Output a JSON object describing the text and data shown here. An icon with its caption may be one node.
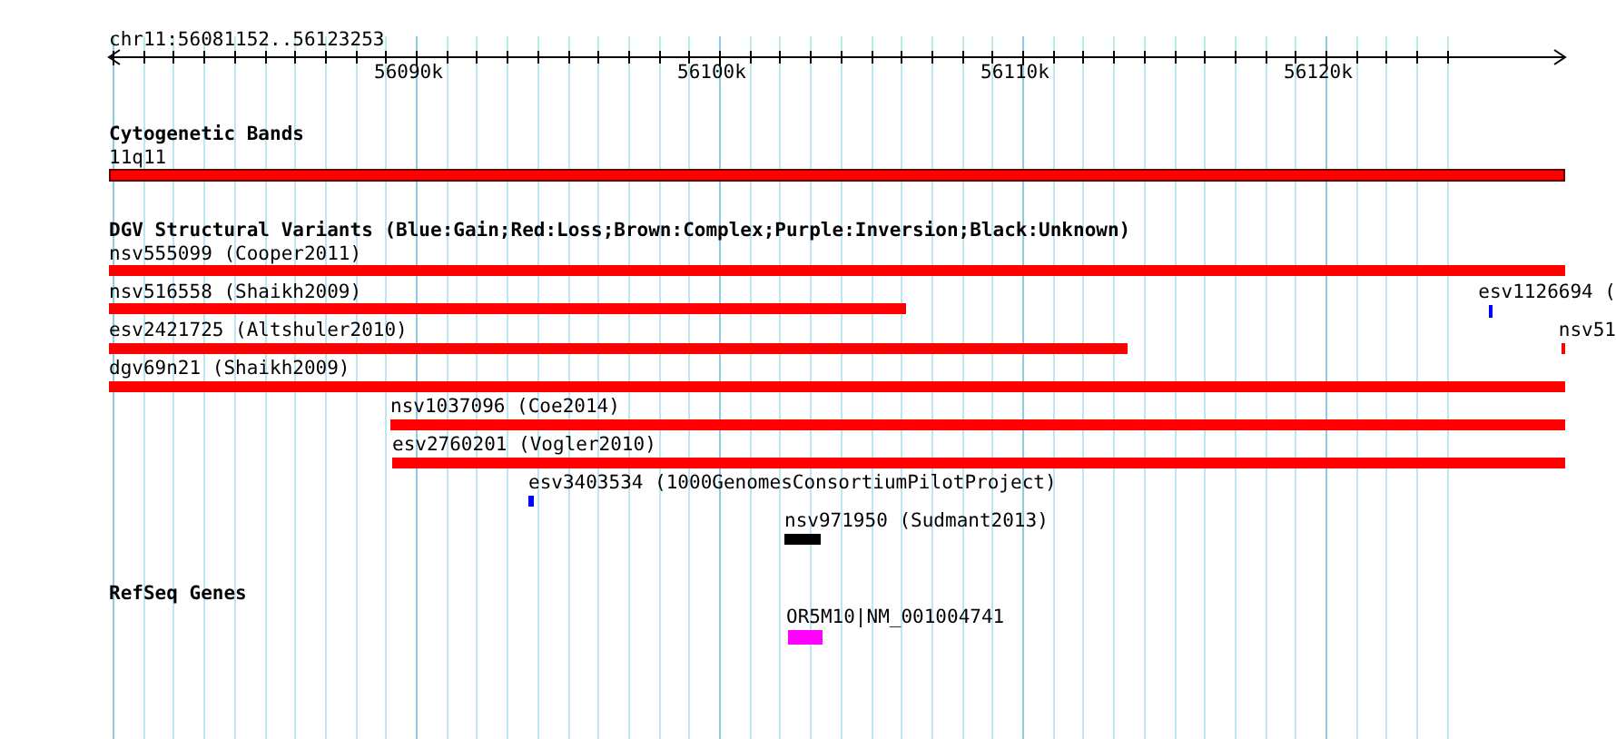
{
  "diagram": {
    "nodes": [
      {
        "text": [
          "11q11"
        ]
      },
      {
        "text": [
          "nsv555099 (Cooper2011)"
        ]
      },
      {
        "text": [
          "nsv516558 (Shaikh2009)"
        ]
      },
      {
        "text": [
          "esv1126694 ("
        ]
      },
      {
        "text": [
          "esv2421725 (Altshuler2010)"
        ]
      },
      {
        "text": [
          "nsv51"
        ]
      },
      {
        "text": [
          "dgv69n21 (Shaikh2009)"
        ]
      },
      {
        "text": [
          "nsv1037096 (Coe2014)"
        ]
      },
      {
        "text": [
          "esv2760201 (Vogler2010)"
        ]
      },
      {
        "text": [
          "esv3403534 (1000GenomesConsortiumPilotProject)"
        ]
      },
      {
        "text": [
          "nsv971950 (Sudmant2013)"
        ]
      },
      {
        "text": [
          "OR5M10|NM_001004741"
        ]
      }
    ],
    "labels": [
      "chr11:56081152..56123253",
      "56090k",
      "56100k",
      "56110k",
      "56120k",
      "Cytogenetic Bands",
      "DGV Structural Variants (Blue:Gain;Red:Loss;Brown:Complex;Purple:Inversion;Black:Unknown)",
      "RefSeq Genes"
    ]
  }
}
